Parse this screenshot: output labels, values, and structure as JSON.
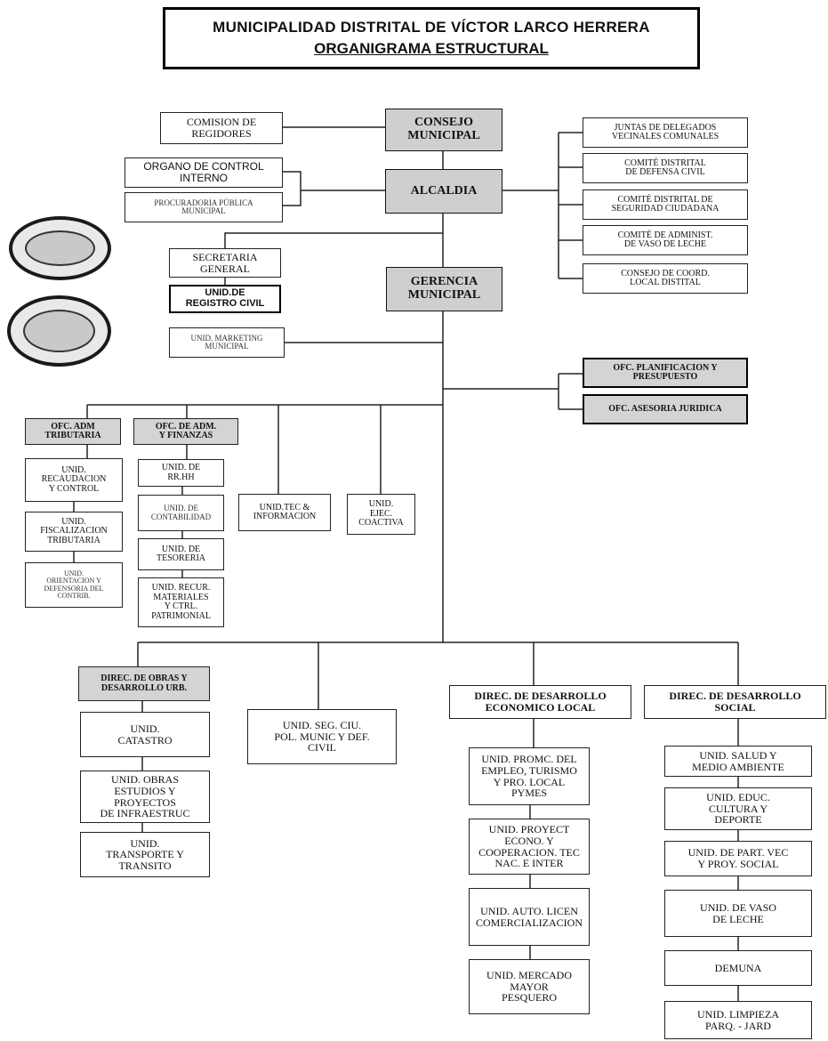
{
  "header": {
    "title": "MUNICIPALIDAD DISTRITAL DE VÍCTOR LARCO HERRERA",
    "subtitle": "ORGANIGRAMA ESTRUCTURAL"
  },
  "units": {
    "comision": "COMISION DE\nREGIDORES",
    "consejo": "CONSEJO\nMUNICIPAL",
    "control": "ORGANO DE CONTROL\nINTERNO",
    "procuraduria": "PROCURADORIA PÚBLICA\nMUNICIPAL",
    "alcaldia": "ALCALDIA",
    "juntas": "JUNTAS DE DELEGADOS\nVECINALES COMUNALES",
    "defensa": "COMITÉ DISTRITAL\nDE DEFENSA CIVIL",
    "seguridad": "COMITÉ DISTRITAL DE\nSEGURIDAD CIUDADANA",
    "vaso_admin": "COMITÉ DE ADMINIST.\nDE VASO DE LECHE",
    "coord": "CONSEJO DE COORD.\nLOCAL DISTITAL",
    "secretaria": "SECRETARIA\nGENERAL",
    "registro": "UNID.DE\nREGISTRO CIVIL",
    "marketing": "UNID. MARKETING\nMUNICIPAL",
    "gerencia": "GERENCIA\nMUNICIPAL",
    "planificacion": "OFC. PLANIFICACION Y\nPRESUPUESTO",
    "juridica": "OFC. ASESORIA JURIDICA",
    "adm_trib": "OFC. ADM\nTRIBUTARIA",
    "adm_fin": "OFC. DE ADM.\nY FINANZAS",
    "recaudacion": "UNID.\nRECAUDACION\nY CONTROL",
    "fiscalizacion": "UNID.\nFISCALIZACION\nTRIBUTARIA",
    "orientacion": "UNID.\nORIENTACION Y\nDEFENSORIA DEL\nCONTRIB.",
    "rrhh": "UNID. DE\nRR.HH",
    "contabilidad": "UNID. DE\nCONTABILIDAD",
    "tesoreria": "UNID. DE\nTESORERIA",
    "recursos": "UNID. RECUR.\nMATERIALES\nY CTRL.\nPATRIMONIAL",
    "tec_info": "UNID.TEC &\nINFORMACION",
    "coactiva": "UNID.\nEJEC.\nCOACTIVA",
    "obras_dir": "DIREC. DE OBRAS Y\nDESARROLLO URB.",
    "seg_ciu": "UNID. SEG. CIU.\nPOL. MUNIC Y DEF.\nCIVIL",
    "econ_dir": "DIREC. DE DESARROLLO\nECONOMICO LOCAL",
    "social_dir": "DIREC. DE DESARROLLO\nSOCIAL",
    "catastro": "UNID.\nCATASTRO",
    "obras_est": "UNID. OBRAS\nESTUDIOS Y\nPROYECTOS\nDE INFRAESTRUC",
    "transporte": "UNID.\nTRANSPORTE Y\nTRANSITO",
    "empleo": "UNID. PROMC. DEL\nEMPLEO, TURISMO\nY PRO. LOCAL\nPYMES",
    "proyect": "UNID. PROYECT\nECONO. Y\nCOOPERACION. TEC\nNAC. E INTER",
    "licen": "UNID. AUTO. LICEN\nCOMERCIALIZACION",
    "mercado": "UNID. MERCADO\nMAYOR\nPESQUERO",
    "salud": "UNID. SALUD Y\nMEDIO AMBIENTE",
    "educ": "UNID. EDUC.\nCULTURA Y\nDEPORTE",
    "part_vec": "UNID. DE PART. VEC\nY PROY. SOCIAL",
    "vaso": "UNID. DE VASO\nDE LECHE",
    "demuna": "DEMUNA",
    "limpieza": "UNID. LIMPIEZA\nPARQ. - JARD"
  }
}
